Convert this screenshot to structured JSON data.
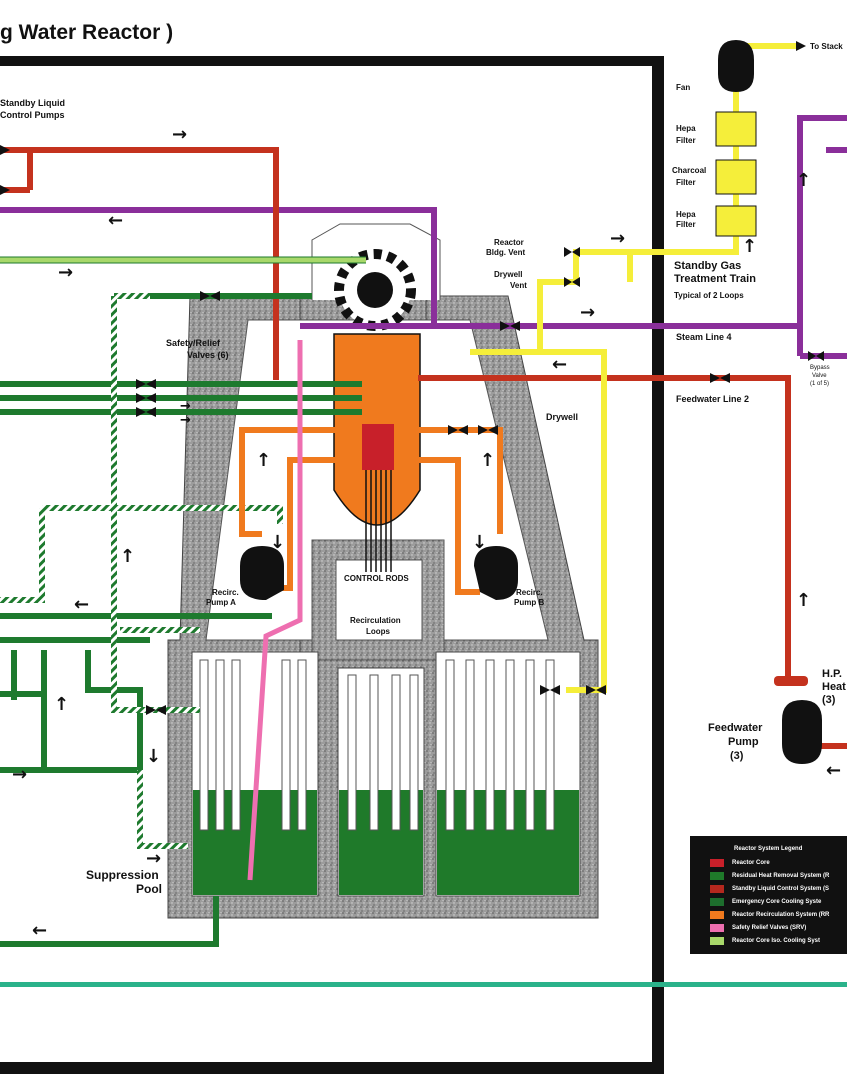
{
  "title": "g Water Reactor )",
  "labels": {
    "standby_liquid": "Standby Liquid",
    "control_pumps": "Control Pumps",
    "safety_relief_valves": "Safety/Relief",
    "valves_count": "Valves (6)",
    "to_stack": "To Stack",
    "fan": "Fan",
    "hepa1": "Hepa",
    "filter1": "Filter",
    "charcoal": "Charcoal",
    "filter2": "Filter",
    "hepa2": "Hepa",
    "filter3": "Filter",
    "reactor_bldg_vent_1": "Reactor",
    "reactor_bldg_vent_2": "Bldg. Vent",
    "drywell_vent_1": "Drywell",
    "drywell_vent_2": "Vent",
    "sgtt_1": "Standby Gas",
    "sgtt_2": "Treatment Train",
    "sgtt_3": "Typical of 2 Loops",
    "steam_line": "Steam Line 4",
    "bypass_valve": "Bypass",
    "bypass_valve_2": "Valve",
    "bypass_valve_3": "(1 of 5)",
    "feedwater_line": "Feedwater Line 2",
    "drywell": "Drywell",
    "control_rods": "CONTROL RODS",
    "recirc_a_1": "Recirc.",
    "recirc_a_2": "Pump A",
    "recirc_b_1": "Recirc.",
    "recirc_b_2": "Pump B",
    "recirc_loops_1": "Recirculation",
    "recirc_loops_2": "Loops",
    "hp_heater_1": "H.P.",
    "hp_heater_2": "Heat",
    "hp_heater_3": "(3)",
    "feedwater_pump_1": "Feedwater",
    "feedwater_pump_2": "Pump",
    "feedwater_pump_3": "(3)",
    "suppression_pool_1": "Suppression",
    "suppression_pool_2": "Pool"
  },
  "legend": {
    "title": "Reactor System Legend",
    "items": [
      {
        "label": "Reactor Core",
        "color": "#c8202a"
      },
      {
        "label": "Residual Heat Removal System (R",
        "color": "#1f7a2a"
      },
      {
        "label": "Standby Liquid Control System (S",
        "color": "#b5281e"
      },
      {
        "label": "Emergency Core Cooling Syste",
        "color": "#1d6e2d"
      },
      {
        "label": "Reactor Recirculation System (RR",
        "color": "#f07a1e"
      },
      {
        "label": "Safety Relief Valves (SRV)",
        "color": "#ee6fb0"
      },
      {
        "label": "Reactor Core Iso. Cooling Syst",
        "color": "#a8d86a"
      }
    ]
  },
  "colors": {
    "steam": "#8a2f9a",
    "feedwater": "#c4321e",
    "gas_treatment": "#f5ee3a",
    "ecc": "#1e7a2e",
    "recirculation": "#f07a1e",
    "srv": "#ee6fb0",
    "rcic": "#a8d86a",
    "concrete": "#a9a9a9",
    "pool_water": "#1f7a2a",
    "frame": "#111111",
    "bottom_stripe": "#2ab28a"
  }
}
